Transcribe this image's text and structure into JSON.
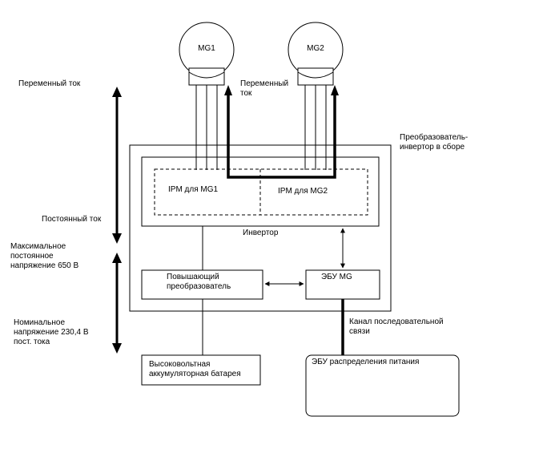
{
  "motors": {
    "mg1": "MG1",
    "mg2": "MG2"
  },
  "left_labels": {
    "ac": "Переменный ток",
    "dc": "Постоянный ток",
    "max_voltage": "Максимальное\nпостоянное\nнапряжение 650 В",
    "nominal_voltage": "Номинальное\nнапряжение 230,4 В\nпост. тока"
  },
  "ac_label_right": "Переменный\nток",
  "assembly_label": "Преобразователь-\nинвертор в сборе",
  "ipm_mg1": "IPM для MG1",
  "ipm_mg2": "IPM для MG2",
  "inverter": "Инвертор",
  "boost_converter": "Повышающий\nпреобразователь",
  "mg_ecu": "ЭБУ MG",
  "serial_channel": "Канал последовательной\nсвязи",
  "hv_battery": "Высоковольтная\nаккумуляторная батарея",
  "power_ecu": "ЭБУ распределения питания"
}
